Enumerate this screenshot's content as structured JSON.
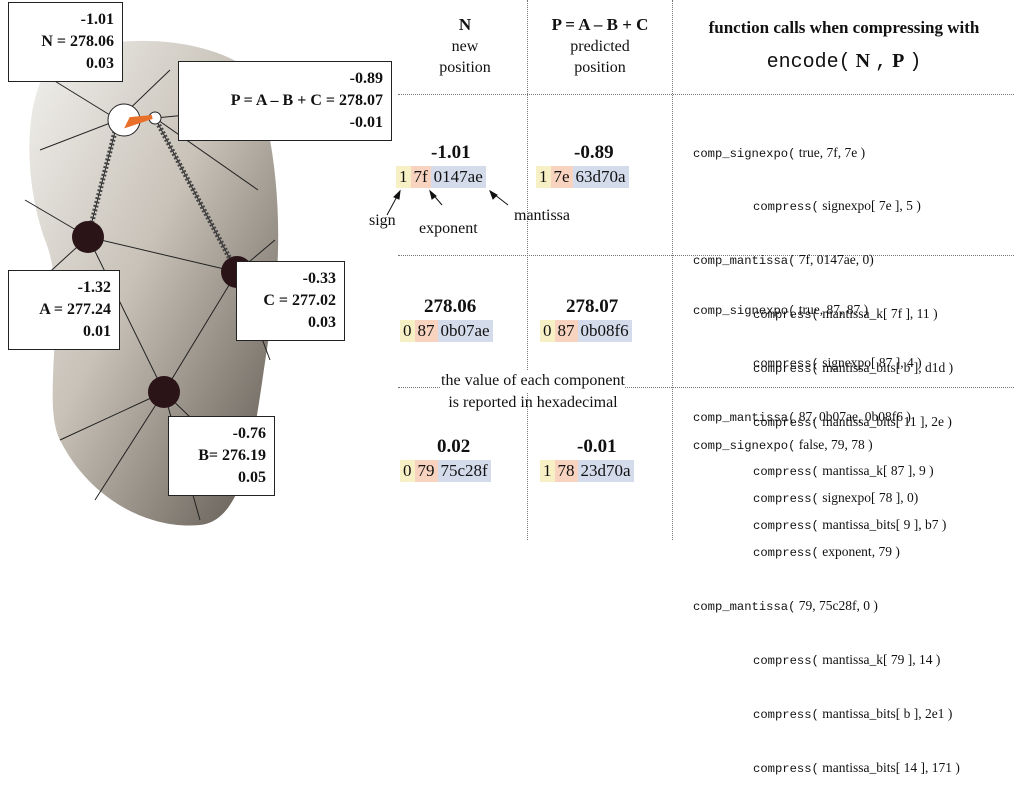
{
  "headers": {
    "n_title": "N",
    "n_sub1": "new",
    "n_sub2": "position",
    "p_title": "P = A – B + C",
    "p_sub1": "predicted",
    "p_sub2": "position",
    "f_title": "function calls when compressing with",
    "f_encode": "encode(",
    "f_n": "N",
    "f_comma": ",",
    "f_p": "P",
    "f_close": ")"
  },
  "vertices": {
    "N": {
      "l1": "-1.01",
      "l2": "N = 278.06",
      "l3": "0.03"
    },
    "P": {
      "l1": "-0.89",
      "l2": "P  = A – B + C = 278.07",
      "l3": "-0.01"
    },
    "A": {
      "l1": "-1.32",
      "l2": "A = 277.24",
      "l3": "0.01"
    },
    "C": {
      "l1": "-0.33",
      "l2": "C = 277.02",
      "l3": "0.03"
    },
    "B": {
      "l1": "-0.76",
      "l2": "B= 276.19",
      "l3": "0.05"
    }
  },
  "rows": [
    {
      "n_value": "-1.01",
      "n_sign": "1",
      "n_exp": "7f",
      "n_mant": "0147ae",
      "p_value": "-0.89",
      "p_sign": "1",
      "p_exp": "7e",
      "p_mant": "63d70a",
      "code": [
        {
          "fn": "comp_signexpo(",
          "args": " true, 7f, 7e",
          "end": " )",
          "indent": false
        },
        {
          "fn": "compress(",
          "args": " signexpo[ 7e ], 5",
          "end": " )",
          "indent": true
        },
        {
          "fn": "comp_mantissa(",
          "args": " 7f, 0147ae, 0",
          "end": ")",
          "indent": false
        },
        {
          "fn": "compress(",
          "args": " mantissa_k[ 7f ], 11",
          "end": " )",
          "indent": true
        },
        {
          "fn": "compress(",
          "args": " mantissa_bits[ b ], d1d",
          "end": " )",
          "indent": true
        },
        {
          "fn": "compress(",
          "args": " mantissa_bits[ 11 ], 2e",
          "end": " )",
          "indent": true
        }
      ]
    },
    {
      "n_value": "278.06",
      "n_sign": "0",
      "n_exp": "87",
      "n_mant": "0b07ae",
      "p_value": "278.07",
      "p_sign": "0",
      "p_exp": "87",
      "p_mant": "0b08f6",
      "code": [
        {
          "fn": "comp_signexpo(",
          "args": " true, 87, 87",
          "end": " )",
          "indent": false
        },
        {
          "fn": "compress(",
          "args": " signexpo[ 87 ], 4",
          "end": " )",
          "indent": true
        },
        {
          "fn": "comp_mantissa(",
          "args": " 87, 0b07ae, 0b08f6",
          "end": " )",
          "indent": false
        },
        {
          "fn": "compress(",
          "args": " mantissa_k[ 87 ], 9",
          "end": " )",
          "indent": true
        },
        {
          "fn": "compress(",
          "args": " mantissa_bits[ 9 ], b7",
          "end": " )",
          "indent": true
        }
      ]
    },
    {
      "n_value": "0.02",
      "n_sign": "0",
      "n_exp": "79",
      "n_mant": "75c28f",
      "p_value": "-0.01",
      "p_sign": "1",
      "p_exp": "78",
      "p_mant": "23d70a",
      "code": [
        {
          "fn": "comp_signexpo(",
          "args": " false, 79, 78",
          "end": " )",
          "indent": false
        },
        {
          "fn": "compress(",
          "args": " signexpo[ 78 ], 0",
          "end": ")",
          "indent": true
        },
        {
          "fn": "compress(",
          "args": " exponent, 79",
          "end": " )",
          "indent": true
        },
        {
          "fn": "comp_mantissa(",
          "args": " 79, 75c28f, 0",
          "end": " )",
          "indent": false
        },
        {
          "fn": "compress(",
          "args": " mantissa_k[ 79 ], 14",
          "end": " )",
          "indent": true
        },
        {
          "fn": "compress(",
          "args": " mantissa_bits[ b ], 2e1",
          "end": " )",
          "indent": true
        },
        {
          "fn": "compress(",
          "args": " mantissa_bits[ 14 ], 171",
          "end": " )",
          "indent": true
        }
      ]
    }
  ],
  "annotations": {
    "sign": "sign",
    "exponent": "exponent",
    "mantissa": "mantissa",
    "hex_note_1": "the value of each component",
    "hex_note_2": "is reported in hexadecimal"
  },
  "colors": {
    "sign": "#f7f0c5",
    "exponent": "#f8d4c0",
    "mantissa": "#d4dcec",
    "arrow": "#e8702a"
  }
}
